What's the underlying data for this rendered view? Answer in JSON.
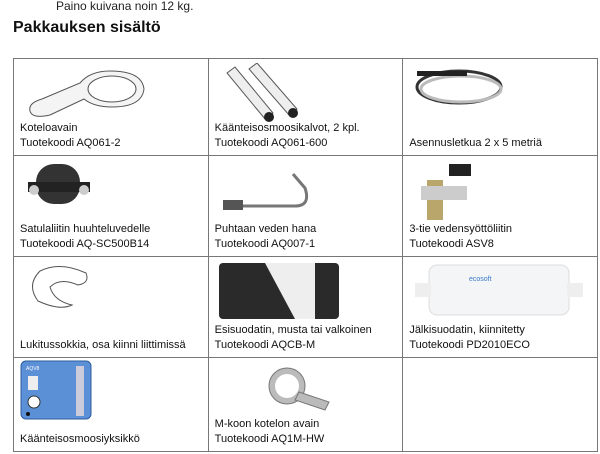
{
  "top_text": "Paino kuivana noin 12 kg.",
  "heading": "Pakkauksen sisältö",
  "items": [
    {
      "name": "Koteloavain",
      "code": "Tuotekoodi AQ061-2",
      "icon": "housing-key"
    },
    {
      "name": "Käänteisosmoosikalvot, 2 kpl.",
      "code": "Tuotekoodi AQ061-600",
      "icon": "membranes"
    },
    {
      "name": "Asennusletkua 2 x 5 metriä",
      "code": "",
      "icon": "tubing"
    },
    {
      "name": "Satulaliitin huuhteluvedelle",
      "code": "Tuotekoodi AQ-SC500B14",
      "icon": "saddle-clamp"
    },
    {
      "name": "Puhtaan veden hana",
      "code": "Tuotekoodi AQ007-1",
      "icon": "faucet"
    },
    {
      "name": "3-tie vedensyöttöliitin",
      "code": "Tuotekoodi ASV8",
      "icon": "valve"
    },
    {
      "name": "Lukitussokkia, osa kiinni liittimissä",
      "code": "",
      "icon": "locking-clip"
    },
    {
      "name": "Esisuodatin, musta tai valkoinen",
      "code": "Tuotekoodi AQCB-M",
      "icon": "prefilter"
    },
    {
      "name": "Jälkisuodatin, kiinnitetty",
      "code": "Tuotekoodi PD2010ECO",
      "icon": "postfilter",
      "logo_text": "ecosoft"
    },
    {
      "name": "Käänteisosmoosiyksikkö",
      "code": "",
      "icon": "ro-unit",
      "logo_text": "AQV8"
    },
    {
      "name": "M-koon kotelon avain",
      "code": "Tuotekoodi AQ1M-HW",
      "icon": "wrench"
    }
  ]
}
